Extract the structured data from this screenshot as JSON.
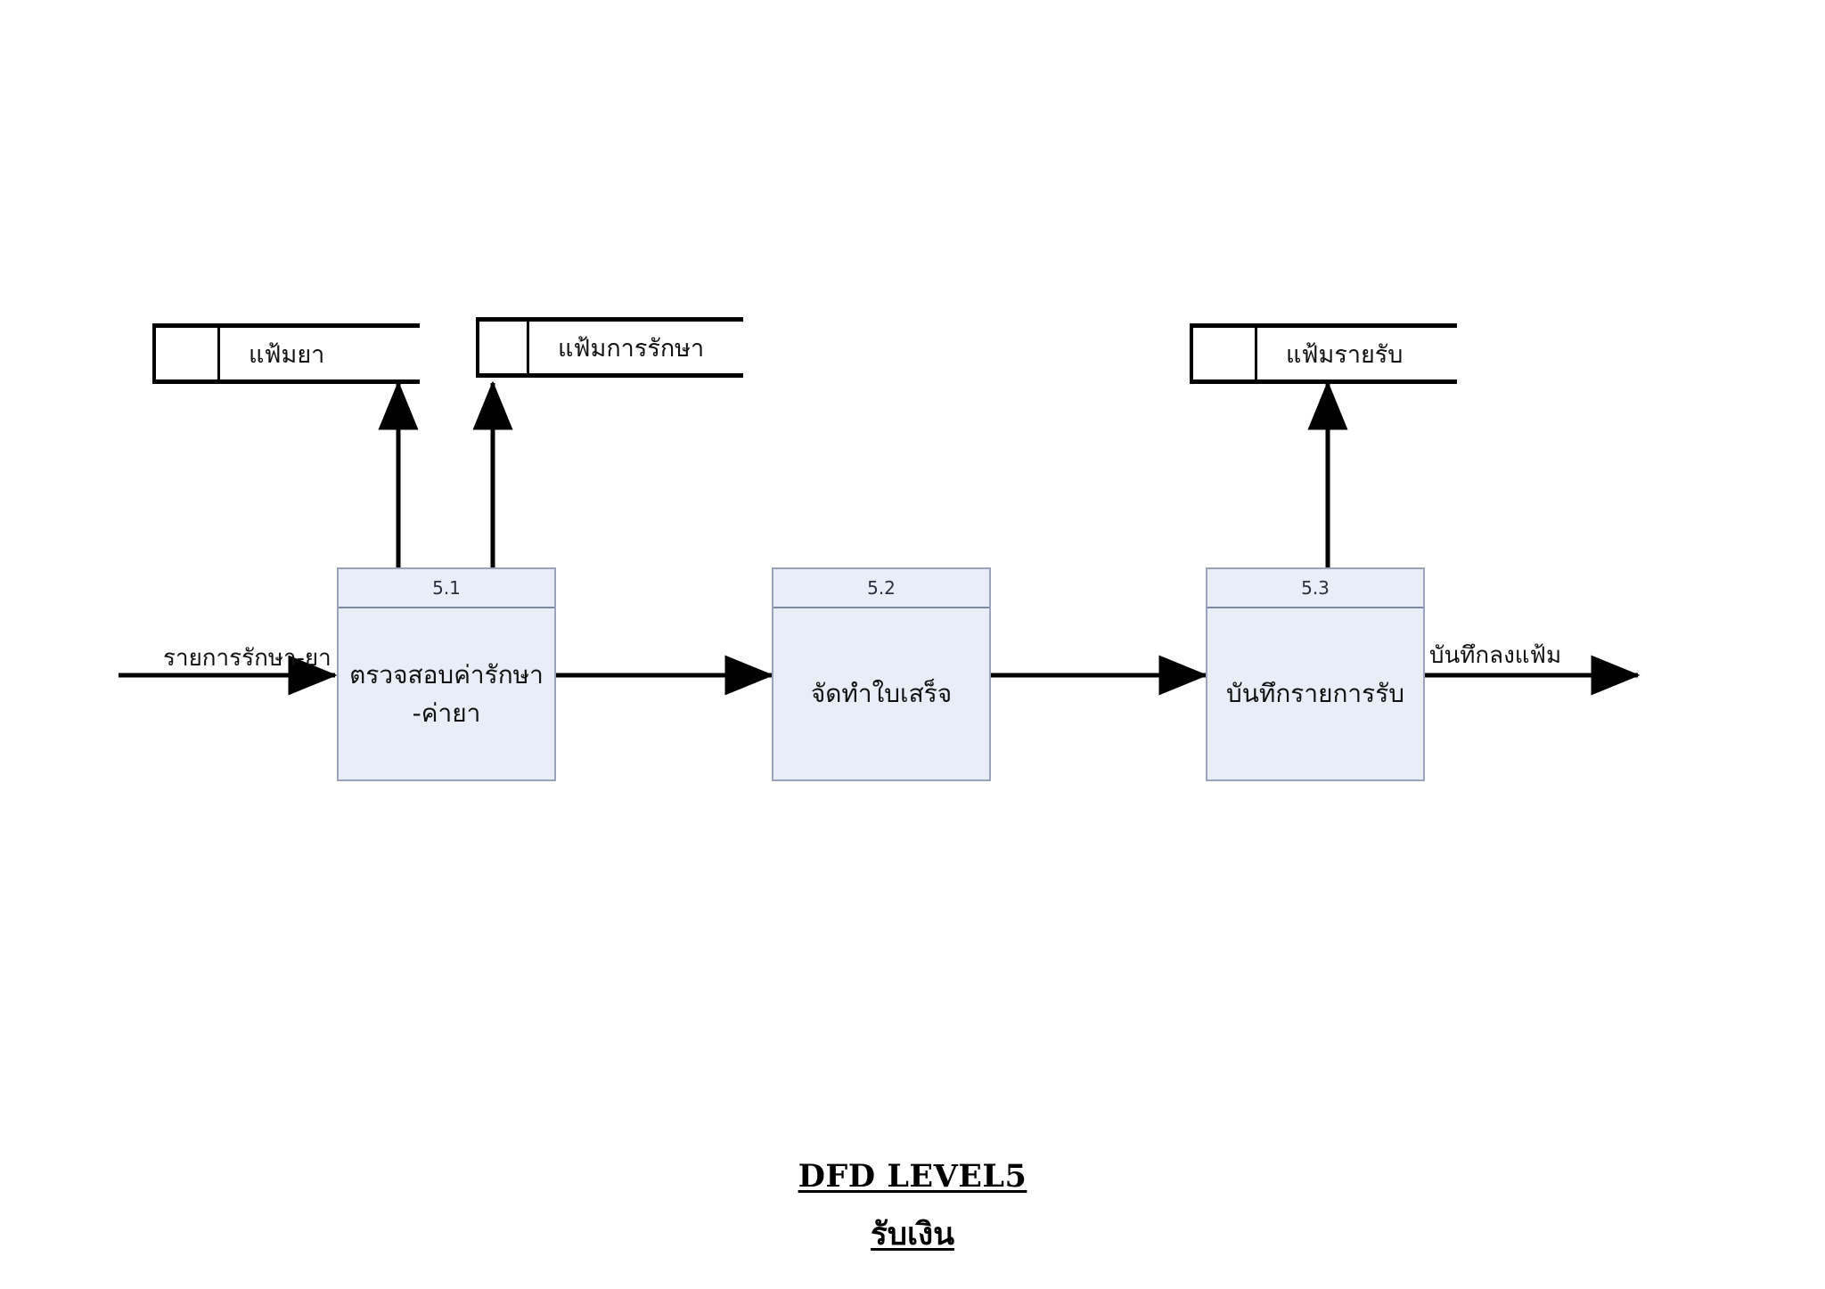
{
  "diagram": {
    "title_line1": "DFD LEVEL5",
    "title_line2": "รับเงิน",
    "colors": {
      "process_fill": "#e9edf8",
      "process_border": "#9aa3bb",
      "line": "#000000",
      "page_background": "#ffffff"
    }
  },
  "datastores": [
    {
      "id": "",
      "label": "แฟ้มยา"
    },
    {
      "id": "",
      "label": "แฟ้มการรักษา"
    },
    {
      "id": "",
      "label": "แฟ้มรายรับ"
    }
  ],
  "processes": [
    {
      "number": "5.1",
      "label_line1": "ตรวจสอบค่ารักษา",
      "label_line2": "-ค่ายา"
    },
    {
      "number": "5.2",
      "label_line1": "จัดทำใบเสร็จ",
      "label_line2": ""
    },
    {
      "number": "5.3",
      "label_line1": "บันทึกรายการรับ",
      "label_line2": ""
    }
  ],
  "flows": [
    {
      "label": "รายการรักษา-ยา"
    },
    {
      "label": ""
    },
    {
      "label": ""
    },
    {
      "label": "บันทึกลงแฟ้ม"
    }
  ]
}
